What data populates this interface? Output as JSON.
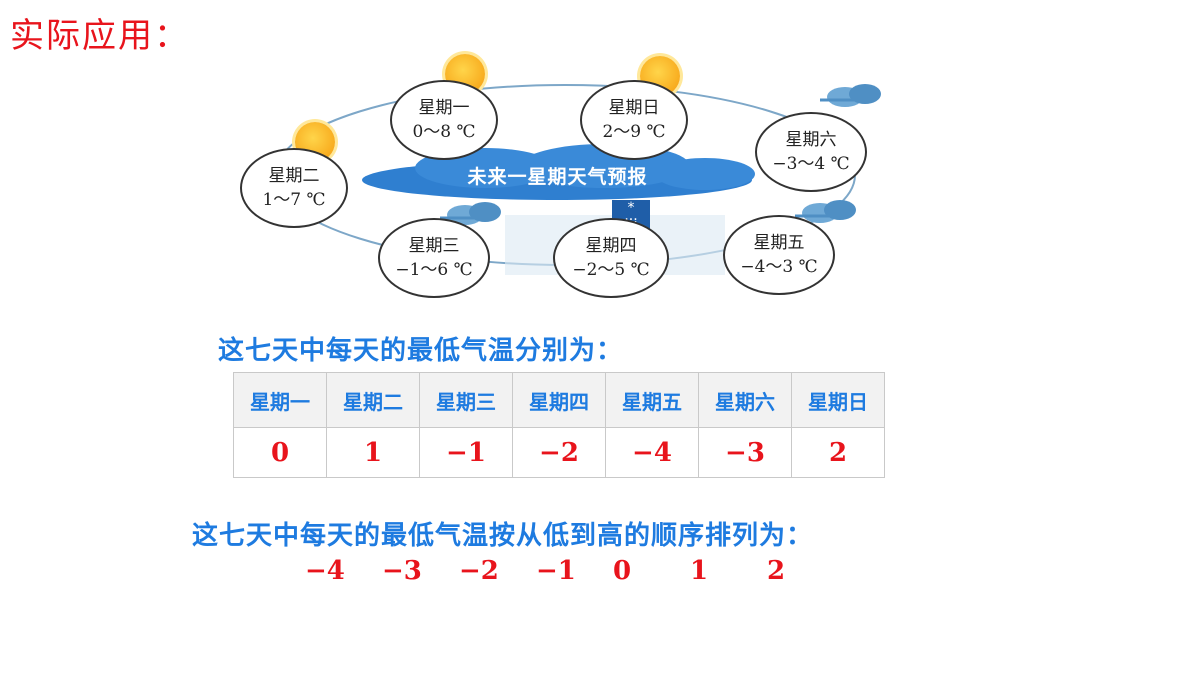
{
  "slide_title": "实际应用：",
  "forecast": {
    "banner": "未来一星期天气预报",
    "days": [
      {
        "name": "星期一",
        "range": "0～8 ℃",
        "weather": "sun-icon"
      },
      {
        "name": "星期日",
        "range": "2～9 ℃",
        "weather": "sun-icon"
      },
      {
        "name": "星期六",
        "range": "−3～4 ℃",
        "weather": "cloud-icon"
      },
      {
        "name": "星期二",
        "range": "1～7 ℃",
        "weather": "sun-icon"
      },
      {
        "name": "星期三",
        "range": "−1～6 ℃",
        "weather": "cloud-icon"
      },
      {
        "name": "星期四",
        "range": "−2～5 ℃",
        "weather": "snow-icon"
      },
      {
        "name": "星期五",
        "range": "−4～3 ℃",
        "weather": "cloud-icon"
      }
    ],
    "snow_symbol": "*"
  },
  "heading_lows": "这七天中每天的最低气温分别为：",
  "table": {
    "headers": [
      "星期一",
      "星期二",
      "星期三",
      "星期四",
      "星期五",
      "星期六",
      "星期日"
    ],
    "values": [
      "0",
      "1",
      "−1",
      "−2",
      "−4",
      "−3",
      "2"
    ]
  },
  "heading_sorted": "这七天中每天的最低气温按从低到高的顺序排列为：",
  "sorted": [
    "−4",
    "−3",
    "−2",
    "−1",
    "0",
    "1",
    "2"
  ],
  "colors": {
    "title_red": "#e8141c",
    "heading_blue": "#1e7be0",
    "banner_blue": "#2f7fd0"
  }
}
